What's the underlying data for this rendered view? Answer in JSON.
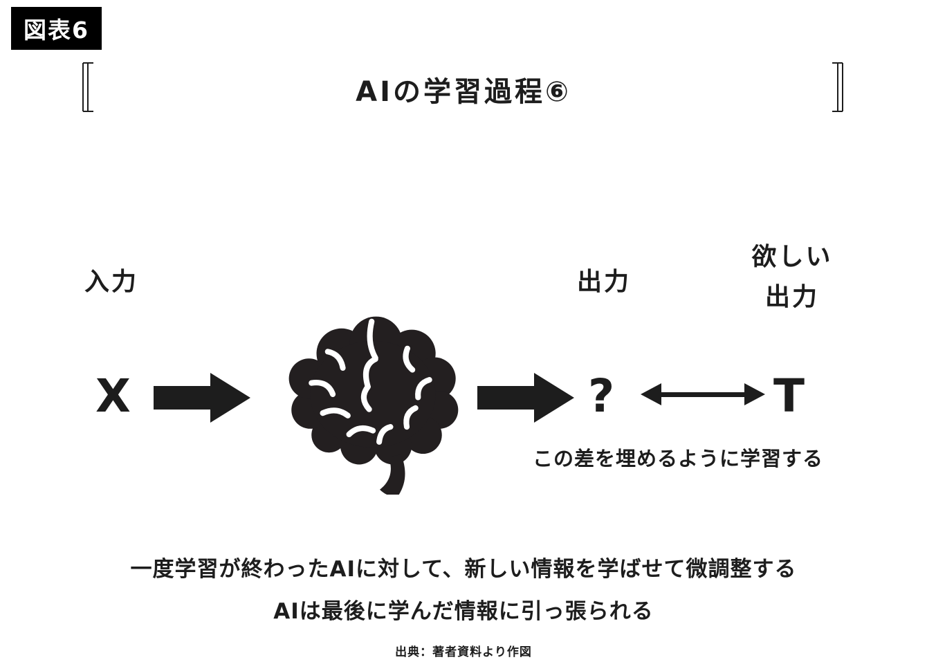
{
  "colors": {
    "ink": "#1d1d1d",
    "badge_bg": "#000000",
    "badge_text": "#ffffff",
    "background": "#ffffff"
  },
  "badge": {
    "label": "図表6"
  },
  "header": {
    "title": "AIの学習過程⑥"
  },
  "diagram": {
    "input": {
      "label": "入力",
      "symbol": "X"
    },
    "output": {
      "label": "出力",
      "symbol": "?"
    },
    "target": {
      "label_line1": "欲しい",
      "label_line2": "出力",
      "symbol": "T"
    },
    "gap_note": "この差を埋めるように学習する",
    "icons": {
      "brain": "brain-icon",
      "arrow_right_1": "arrow-right-icon",
      "arrow_right_2": "arrow-right-icon",
      "double_arrow": "double-arrow-icon",
      "bracket_left": "bracket-left-icon",
      "bracket_right": "bracket-right-icon"
    }
  },
  "caption": {
    "line1": "一度学習が終わったAIに対して、新しい情報を学ばせて微調整する",
    "line2": "AIは最後に学んだ情報に引っ張られる"
  },
  "source": "出典：著者資料より作図"
}
